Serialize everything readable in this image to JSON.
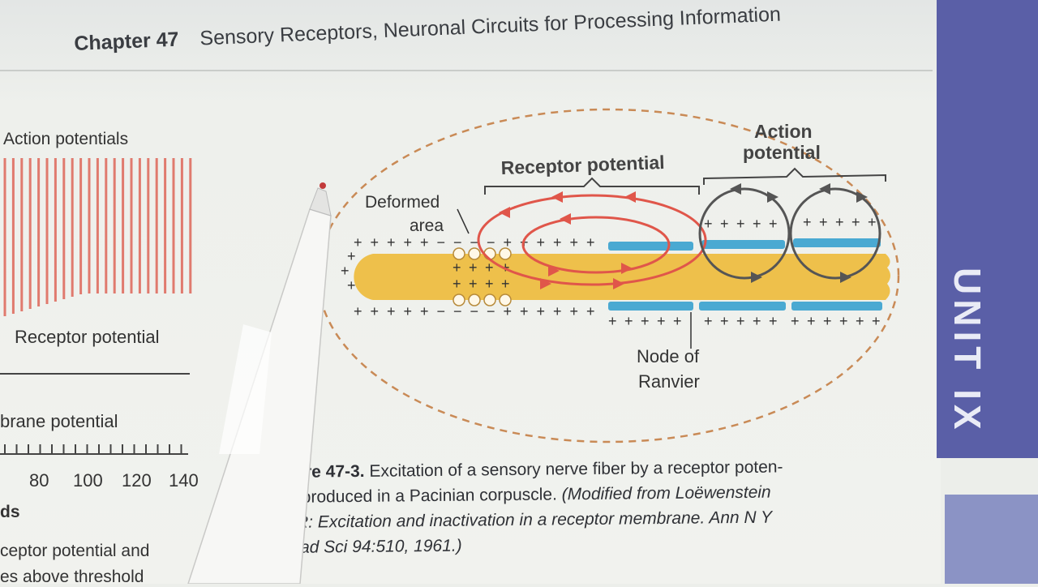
{
  "header": {
    "chapter": "Chapter 47",
    "title": "Sensory Receptors, Neuronal Circuits for Processing Information",
    "unit_tab": "UNIT IX"
  },
  "left_figure": {
    "action_potentials_label": "Action potentials",
    "receptor_potential_label": "Receptor potential",
    "membrane_potential_label": "brane potential",
    "tick_labels": [
      "80",
      "100",
      "120",
      "140"
    ],
    "x_unit_fragment": "ds",
    "line1_fragment": "ceptor potential and",
    "line2_fragment": "es above threshold",
    "spike_color": "#e07a6e"
  },
  "diagram": {
    "deformed_label_1": "Deformed",
    "deformed_label_2": "area",
    "receptor_potential_label": "Receptor potential",
    "action_potential_label_1": "Action",
    "action_potential_label_2": "potential",
    "node_label_1": "Node of",
    "node_label_2": "Ranvier",
    "fiber_color": "#eec04b",
    "myelin_color": "#4aa9d2",
    "current_arrow_color": "#e0564a",
    "loop_color": "#555555",
    "plus": "+",
    "minus": "−",
    "top_charges": "+ + + + + − − − − + + + + + +",
    "bottom_charges": "+ + + + + − − − − + + + + + +"
  },
  "caption": {
    "figure_number": "igure 47-3.",
    "text": " Excitation of a sensory nerve fiber by a receptor poten-",
    "line2": "ial produced in a Pacinian corpuscle. ",
    "line2_italic": "(Modified from Loëwenstein",
    "line3": "WR: Excitation and inactivation in a receptor membrane. Ann N Y",
    "line4": "Acad Sci 94:510, 1961.)"
  }
}
